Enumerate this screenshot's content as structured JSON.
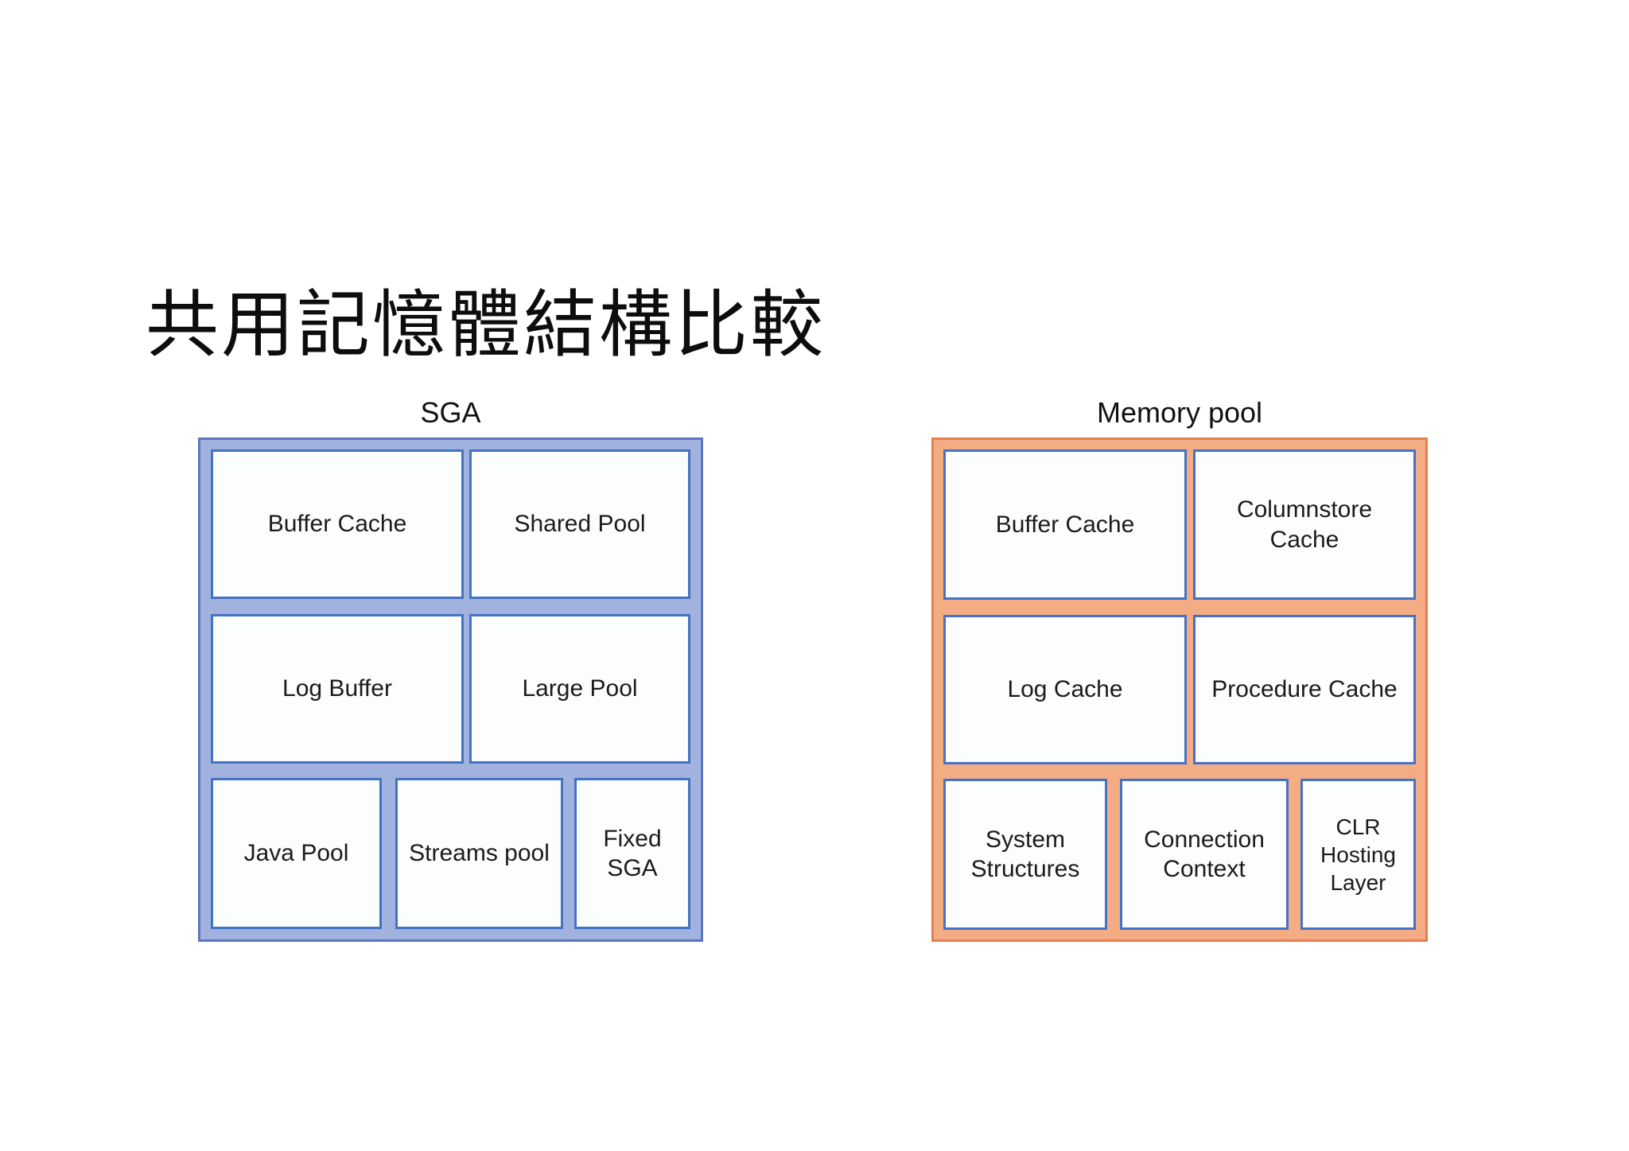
{
  "title": "共用記憶體結構比較",
  "diagrams": {
    "sga": {
      "label": "SGA",
      "container_fill": "#a0b2dd",
      "container_border": "#5b76be",
      "cell_fill": "#fcfdfe",
      "cell_border": "#4472c4",
      "cells": {
        "buffer_cache": "Buffer Cache",
        "shared_pool": "Shared Pool",
        "log_buffer": "Log Buffer",
        "large_pool": "Large Pool",
        "java_pool": "Java Pool",
        "streams_pool": "Streams pool",
        "fixed_sga": "Fixed SGA"
      }
    },
    "memory_pool": {
      "label": "Memory pool",
      "container_fill": "#f4ac84",
      "container_border": "#e87e4d",
      "cell_fill": "#fcfdfe",
      "cell_border": "#4472c4",
      "cells": {
        "buffer_cache": "Buffer Cache",
        "columnstore_cache": "Columnstore Cache",
        "log_cache": "Log Cache",
        "procedure_cache": "Procedure Cache",
        "system_structures": "System Structures",
        "connection_context": "Connection Context",
        "clr_hosting_layer": "CLR Hosting Layer"
      }
    }
  }
}
